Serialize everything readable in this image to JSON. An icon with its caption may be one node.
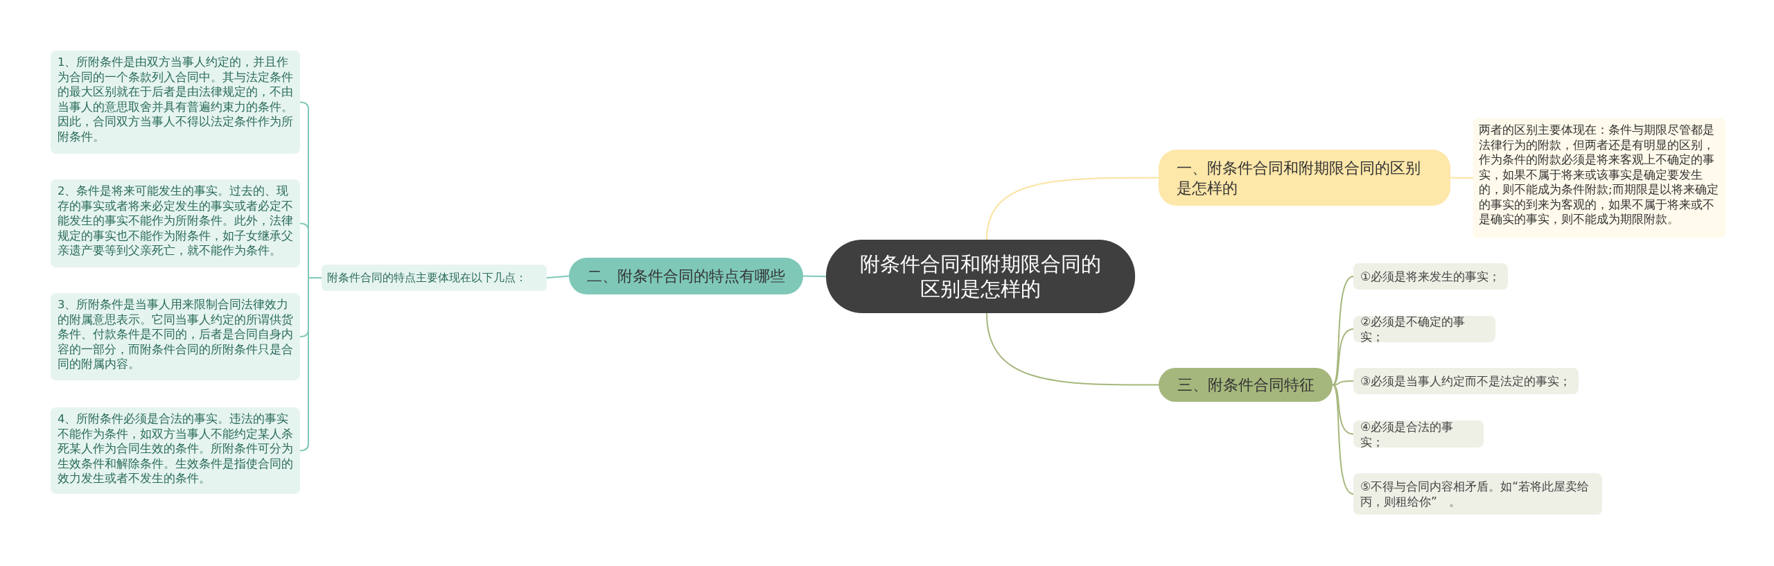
{
  "diagram": {
    "nodes": [
      {
        "text": [
          "附条件合同和附期限合同的区别是怎样的"
        ]
      },
      {
        "text": [
          "一、附条件合同和附期限合同的区别是怎样的"
        ]
      },
      {
        "text": [
          "两者的区别主要体现在：条件与期限尽管都是法律行为的附款，但两者还是有明显的区别，作为条件的附款必须是将来客观上不确定的事实，如果不属于将来或该事实是确定要发生的，则不能成为条件附款;而期限是以将来确定的事实的到来为客观的，如果不属于将来或不是确实的事实，则不能成为期限附款。"
        ]
      },
      {
        "text": [
          "二、附条件合同的特点有哪些"
        ]
      },
      {
        "text": [
          "附条件合同的特点主要体现在以下几点："
        ]
      },
      {
        "text": [
          "1、所附条件是由双方当事人约定的，并且作为合同的一个条款列入合同中。其与法定条件的最大区别就在于后者是由法律规定的，不由当事人的意思取舍并具有普遍约束力的条件。因此，合同双方当事人不得以法定条件作为所附条件。"
        ]
      },
      {
        "text": [
          "2、条件是将来可能发生的事实。过去的、现存的事实或者将来必定发生的事实或者必定不能发生的事实不能作为所附条件。此外，法律规定的事实也不能作为附条件，如子女继承父亲遗产要等到父亲死亡，就不能作为条件。"
        ]
      },
      {
        "text": [
          "3、所附条件是当事人用来限制合同法律效力的附属意思表示。它同当事人约定的所谓供货条件、付款条件是不同的，后者是合同自身内容的一部分，而附条件合同的所附条件只是合同的附属内容。"
        ]
      },
      {
        "text": [
          "4、所附条件必须是合法的事实。违法的事实不能作为条件，如双方当事人不能约定某人杀死某人作为合同生效的条件。所附条件可分为生效条件和解除条件。生效条件是指使合同的效力发生或者不发生的条件。"
        ]
      },
      {
        "text": [
          "三、附条件合同特征"
        ]
      },
      {
        "text": [
          "①必须是将来发生的事实；"
        ]
      },
      {
        "text": [
          "②必须是不确定的事实；"
        ]
      },
      {
        "text": [
          "③必须是当事人约定而不是法定的事实；"
        ]
      },
      {
        "text": [
          "④必须是合法的事实；"
        ]
      },
      {
        "text": [
          "⑤不得与合同内容相矛盾。如“若将此屋卖给丙，则租给你”　。"
        ]
      }
    ],
    "edges": [
      {
        "from": 0,
        "to": 1,
        "arrow": "none",
        "color": "#fbe3a0"
      },
      {
        "from": 1,
        "to": 2,
        "arrow": "none",
        "color": "#fbe3a0"
      },
      {
        "from": 0,
        "to": 3,
        "arrow": "none",
        "color": "#7fc8b8"
      },
      {
        "from": 3,
        "to": 4,
        "arrow": "none",
        "color": "#7fc8b8"
      },
      {
        "from": 4,
        "to": 5,
        "arrow": "none",
        "color": "#7fc8b8"
      },
      {
        "from": 4,
        "to": 6,
        "arrow": "none",
        "color": "#7fc8b8"
      },
      {
        "from": 4,
        "to": 7,
        "arrow": "none",
        "color": "#7fc8b8"
      },
      {
        "from": 4,
        "to": 8,
        "arrow": "none",
        "color": "#7fc8b8"
      },
      {
        "from": 0,
        "to": 9,
        "arrow": "none",
        "color": "#a5b77c"
      },
      {
        "from": 9,
        "to": 10,
        "arrow": "none",
        "color": "#a5b77c"
      },
      {
        "from": 9,
        "to": 11,
        "arrow": "none",
        "color": "#a5b77c"
      },
      {
        "from": 9,
        "to": 12,
        "arrow": "none",
        "color": "#a5b77c"
      },
      {
        "from": 9,
        "to": 13,
        "arrow": "none",
        "color": "#a5b77c"
      },
      {
        "from": 9,
        "to": 14,
        "arrow": "none",
        "color": "#a5b77c"
      }
    ]
  }
}
